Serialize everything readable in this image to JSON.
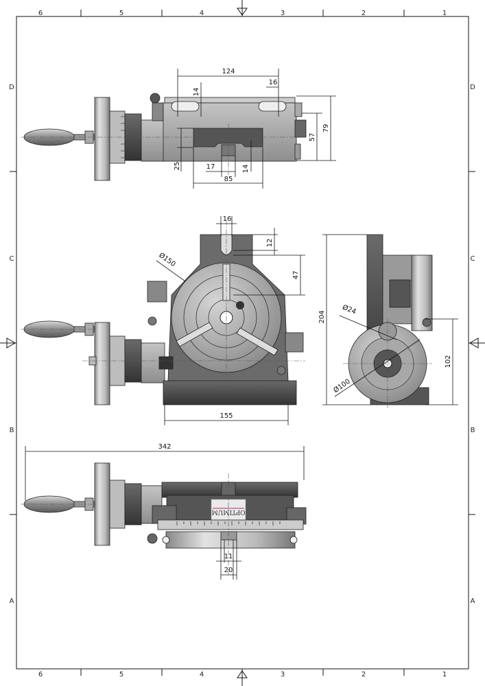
{
  "frame": {
    "columns": [
      "6",
      "5",
      "4",
      "3",
      "2",
      "1"
    ],
    "rows": [
      "D",
      "C",
      "B",
      "A"
    ]
  },
  "top_view": {
    "dims": {
      "width_124": "124",
      "slot_16": "16",
      "slot_14": "14",
      "height_79": "79",
      "height_57": "57",
      "depth_25": "25",
      "key_17": "17",
      "width_85": "85",
      "key_14": "14"
    }
  },
  "front_view": {
    "dims": {
      "slot_16": "16",
      "slot_12": "12",
      "diameter_150": "Ø150",
      "height_47": "47",
      "base_155": "155"
    }
  },
  "side_view": {
    "dims": {
      "height_204": "204",
      "diameter_24": "Ø24",
      "height_102": "102",
      "diameter_100": "Ø100"
    }
  },
  "bottom_view": {
    "dims": {
      "total_342": "342",
      "key_11": "11",
      "key_20": "20"
    },
    "logo_text": "OPTIMUM"
  },
  "colors": {
    "dark": "#3a3a3a",
    "mid": "#7d7d7d",
    "light": "#b5b5b5",
    "logo_line": "#b0306a"
  }
}
